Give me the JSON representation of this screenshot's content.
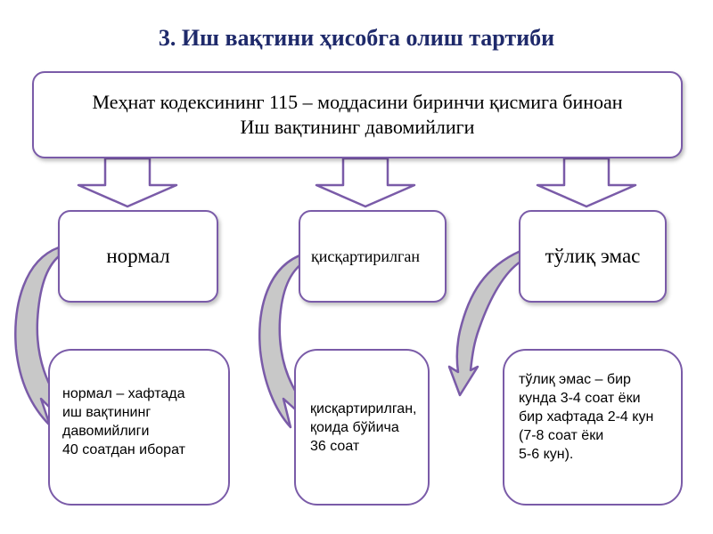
{
  "title": "3. Иш вақтини ҳисобга олиш тартиби",
  "header_box": {
    "line1": "Меҳнат кодексининг 115 – моддасини биринчи қисмига биноан",
    "line2": "Иш вақтининг давомийлиги"
  },
  "categories": [
    {
      "label": "нормал"
    },
    {
      "label": "қисқартирилган"
    },
    {
      "label": "тўлиқ эмас"
    }
  ],
  "descriptions": [
    {
      "lines": [
        "нормал – хафтада",
        "иш вақтининг",
        "давомийлиги",
        "40 соатдан иборат"
      ]
    },
    {
      "lines": [
        "қисқартирилган,",
        "қоида бўйича",
        "36 соат"
      ]
    },
    {
      "lines": [
        "тўлиқ эмас – бир",
        "кунда 3-4 соат ёки",
        "бир хафтада 2-4 кун",
        "(7-8 соат ёки",
        "5-6 кун)."
      ]
    }
  ],
  "colors": {
    "border": "#7a5ba8",
    "arrow_fill": "#ffffff",
    "curve_fill": "#c8c8c8",
    "title": "#1f2a6b"
  }
}
